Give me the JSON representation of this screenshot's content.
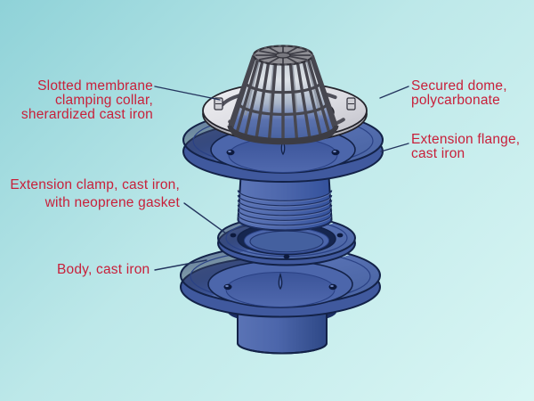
{
  "figure": {
    "labels": {
      "clamping_collar": {
        "line1": "Slotted membrane",
        "line2": "clamping collar,",
        "line3": "sherardized cast iron"
      },
      "secured_dome": {
        "line1": "Secured dome,",
        "line2": "polycarbonate"
      },
      "extension_flange": {
        "line1": "Extension flange,",
        "line2": "cast iron"
      },
      "extension_clamp": {
        "line1": "Extension clamp, cast iron,",
        "line2": "with neoprene gasket"
      },
      "body": {
        "line1": "Body, cast iron"
      }
    },
    "colors": {
      "label_text": "#c8203a",
      "leader_line": "#24355e",
      "bg_start": "#8fd2d8",
      "bg_mid": "#bde8e9",
      "bg_end": "#d9f6f4",
      "part_blue": "#4c66ab",
      "part_blue_dark": "#40599e",
      "part_outline": "#132248",
      "collar_gray": "#dcdce2",
      "dome_gray": "#55555e"
    }
  }
}
